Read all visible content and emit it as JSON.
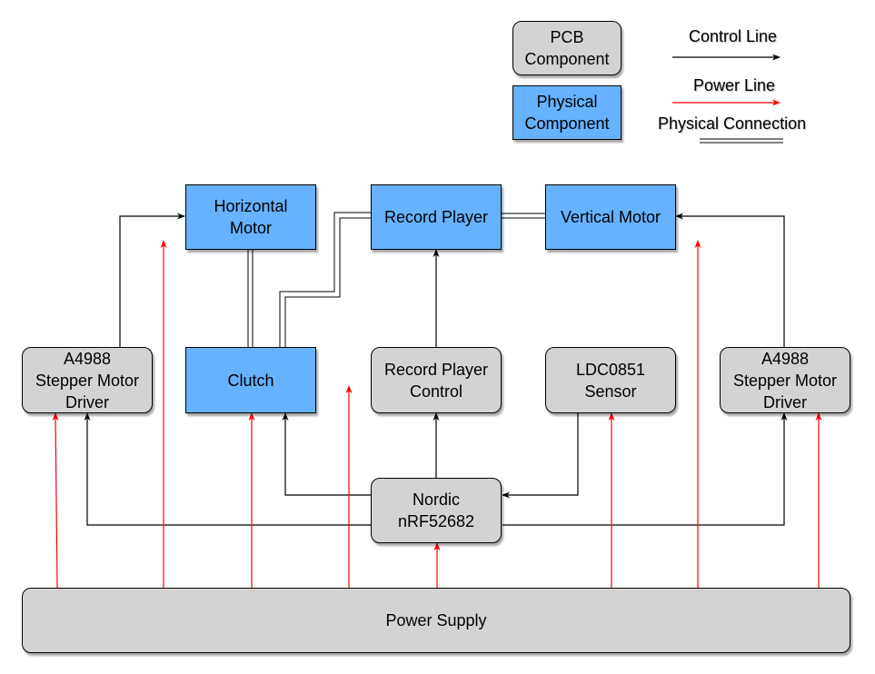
{
  "legend": {
    "pcb_component": "PCB\nComponent",
    "physical_component": "Physical\nComponent",
    "control_line": "Control Line",
    "power_line": "Power Line",
    "physical_connection": "Physical Connection"
  },
  "nodes": {
    "horizontal_motor": "Horizontal\nMotor",
    "record_player": "Record Player",
    "vertical_motor": "Vertical Motor",
    "driver_left": "A4988\nStepper Motor\nDriver",
    "clutch": "Clutch",
    "record_player_control": "Record Player\nControl",
    "ldc_sensor": "LDC0851\nSensor",
    "driver_right": "A4988\nStepper Motor\nDriver",
    "nordic": "Nordic\nnRF52682",
    "power_supply": "Power Supply"
  },
  "colors": {
    "pcb_fill": "#d3d3d3",
    "physical_fill": "#66b2ff",
    "control_line": "#000000",
    "power_line": "#ff0000"
  }
}
